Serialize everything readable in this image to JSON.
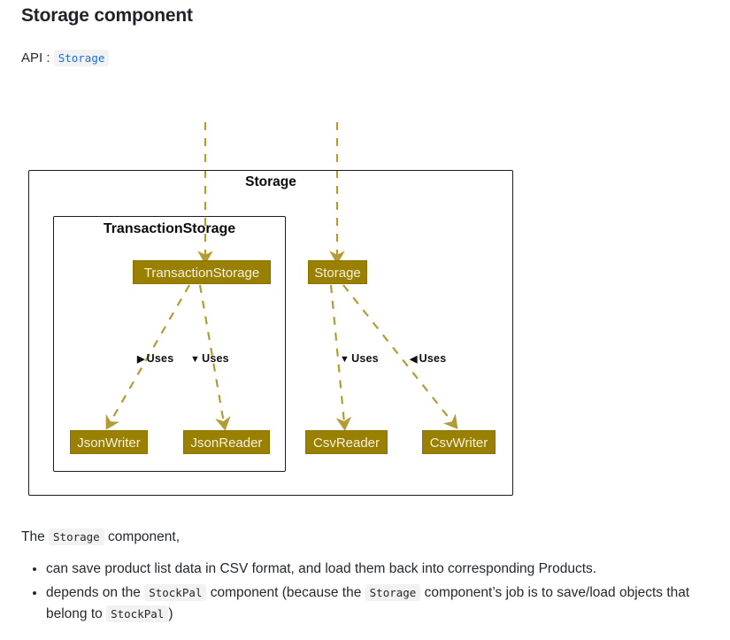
{
  "header": {
    "title": "Storage component",
    "api_prefix": "API :",
    "api_link": "Storage"
  },
  "diagram": {
    "outer_group_title": "Storage",
    "inner_group_title": "TransactionStorage",
    "node_fill": "#9a8000",
    "node_text_color": "#f4f0e2",
    "edge_color": "#b49b33",
    "nodes": [
      {
        "id": "transaction-storage",
        "label": "TransactionStorage"
      },
      {
        "id": "storage",
        "label": "Storage"
      },
      {
        "id": "json-writer",
        "label": "JsonWriter"
      },
      {
        "id": "json-reader",
        "label": "JsonReader"
      },
      {
        "id": "csv-reader",
        "label": "CsvReader"
      },
      {
        "id": "csv-writer",
        "label": "CsvWriter"
      }
    ],
    "edge_labels": [
      {
        "id": "uses-jsonwriter",
        "marker": "▶",
        "text": "Uses"
      },
      {
        "id": "uses-jsonreader",
        "marker": "▼",
        "text": "Uses"
      },
      {
        "id": "uses-csvreader",
        "marker": "▼",
        "text": "Uses"
      },
      {
        "id": "uses-csvwriter",
        "marker": "◀",
        "text": "Uses"
      }
    ]
  },
  "body": {
    "intro_before": "The",
    "intro_code": "Storage",
    "intro_after": "component,",
    "bullet1": "can save product list data in CSV format, and load them back into corresponding Products.",
    "bullet2_a": "depends on the",
    "bullet2_code1": "StockPal",
    "bullet2_b": "component (because the",
    "bullet2_code2": "Storage",
    "bullet2_c": "component’s job is to save/load objects that belong to",
    "bullet2_code3": "StockPal",
    "bullet2_d": ")"
  }
}
